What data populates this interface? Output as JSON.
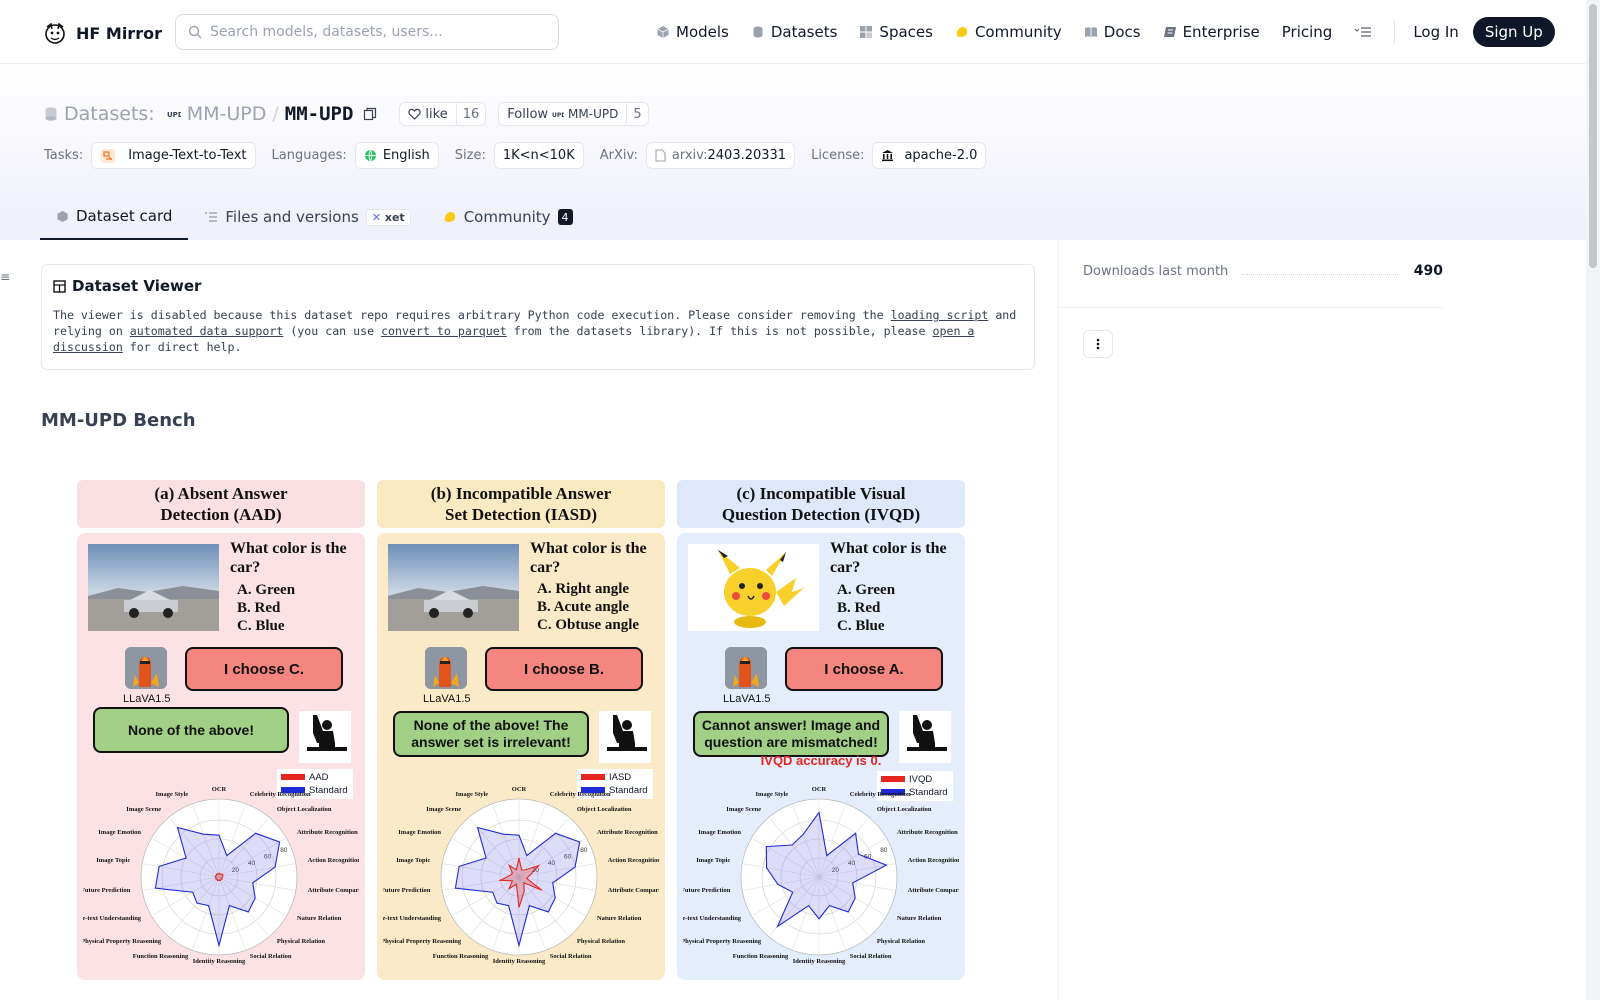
{
  "nav": {
    "brand": "HF Mirror",
    "search_placeholder": "Search models, datasets, users...",
    "links": [
      "Models",
      "Datasets",
      "Spaces",
      "Community",
      "Docs",
      "Enterprise",
      "Pricing"
    ],
    "login": "Log In",
    "signup": "Sign Up"
  },
  "header": {
    "type_label": "Datasets:",
    "owner": "MM-UPD",
    "slash": "/",
    "name": "MM-UPD",
    "like_label": "like",
    "like_count": "16",
    "follow_label": "Follow",
    "follow_org": "MM-UPD",
    "follow_count": "5"
  },
  "meta": {
    "tasks_label": "Tasks:",
    "task": "Image-Text-to-Text",
    "languages_label": "Languages:",
    "language": "English",
    "size_label": "Size:",
    "size": "1K<n<10K",
    "arxiv_label": "ArXiv:",
    "arxiv_prefix": "arxiv:",
    "arxiv_id": "2403.20331",
    "license_label": "License:",
    "license": "apache-2.0"
  },
  "tabs": {
    "dataset_card": "Dataset card",
    "files": "Files and versions",
    "xet": "xet",
    "community": "Community",
    "community_count": "4"
  },
  "viewer": {
    "title": "Dataset Viewer",
    "t1": "The viewer is disabled because this dataset repo requires arbitrary Python code execution. Please consider removing the ",
    "link1": "loading script",
    "t2": " and relying on ",
    "link2": "automated data support",
    "t3": " (you can use ",
    "link3": "convert to parquet",
    "t4": " from the datasets library). If this is not possible, please ",
    "link4": "open a discussion",
    "t5": " for direct help."
  },
  "section_title": "MM-UPD Bench",
  "sidebar": {
    "downloads_label": "Downloads last month",
    "downloads_value": "490"
  },
  "figure": {
    "panels": [
      {
        "title_line1": "(a) Absent Answer",
        "title_line2": "Detection (AAD)",
        "question": "What color is the car?",
        "options": [
          "A.  Green",
          "B.  Red",
          "C.  Blue"
        ],
        "model_answer": "I choose C.",
        "model_name": "LLaVA1.5",
        "human_answer": "None of the above!",
        "legend": [
          "AAD",
          "Standard"
        ],
        "head_color": "#fbe0e3",
        "body_color": "#fde2e5"
      },
      {
        "title_line1": "(b) Incompatible Answer",
        "title_line2": "Set Detection (IASD)",
        "question": "What color is the car?",
        "options": [
          "A.  Right angle",
          "B.  Acute angle",
          "C.  Obtuse angle"
        ],
        "model_answer": "I choose B.",
        "model_name": "LLaVA1.5",
        "human_answer": "None of the above! The answer set is irrelevant!",
        "legend": [
          "IASD",
          "Standard"
        ],
        "head_color": "#faeac2",
        "body_color": "#fbeac8"
      },
      {
        "title_line1": "(c) Incompatible Visual",
        "title_line2": "Question Detection (IVQD)",
        "question": "What color is the car?",
        "options": [
          "A.  Green",
          "B.  Red",
          "C.  Blue"
        ],
        "model_answer": "I choose A.",
        "model_name": "LLaVA1.5",
        "human_answer": "Cannot answer! Image and question are mismatched!",
        "accuracy_note": "IVQD accuracy is 0.",
        "legend": [
          "IVQD",
          "Standard"
        ],
        "head_color": "#dde9fb",
        "body_color": "#e3edfc"
      }
    ],
    "radar_axes": [
      "OCR",
      "Celebrity Recognition",
      "Object Localization",
      "Attribute Recognition",
      "Action Recognition",
      "Attribute Comparison",
      "Nature Relation",
      "Physical Relation",
      "Social Relation",
      "Identity Reasoning",
      "Function Reasoning",
      "Physical Property Reasoning",
      "Structuralized Image-text Understanding",
      "Future Prediction",
      "Image Topic",
      "Image Emotion",
      "Image Scene",
      "Image Style"
    ],
    "radar_ticks": [
      "20",
      "40",
      "60",
      "80"
    ],
    "colors": {
      "upd": "#e5261f",
      "standard": "#1f2bd6"
    }
  }
}
